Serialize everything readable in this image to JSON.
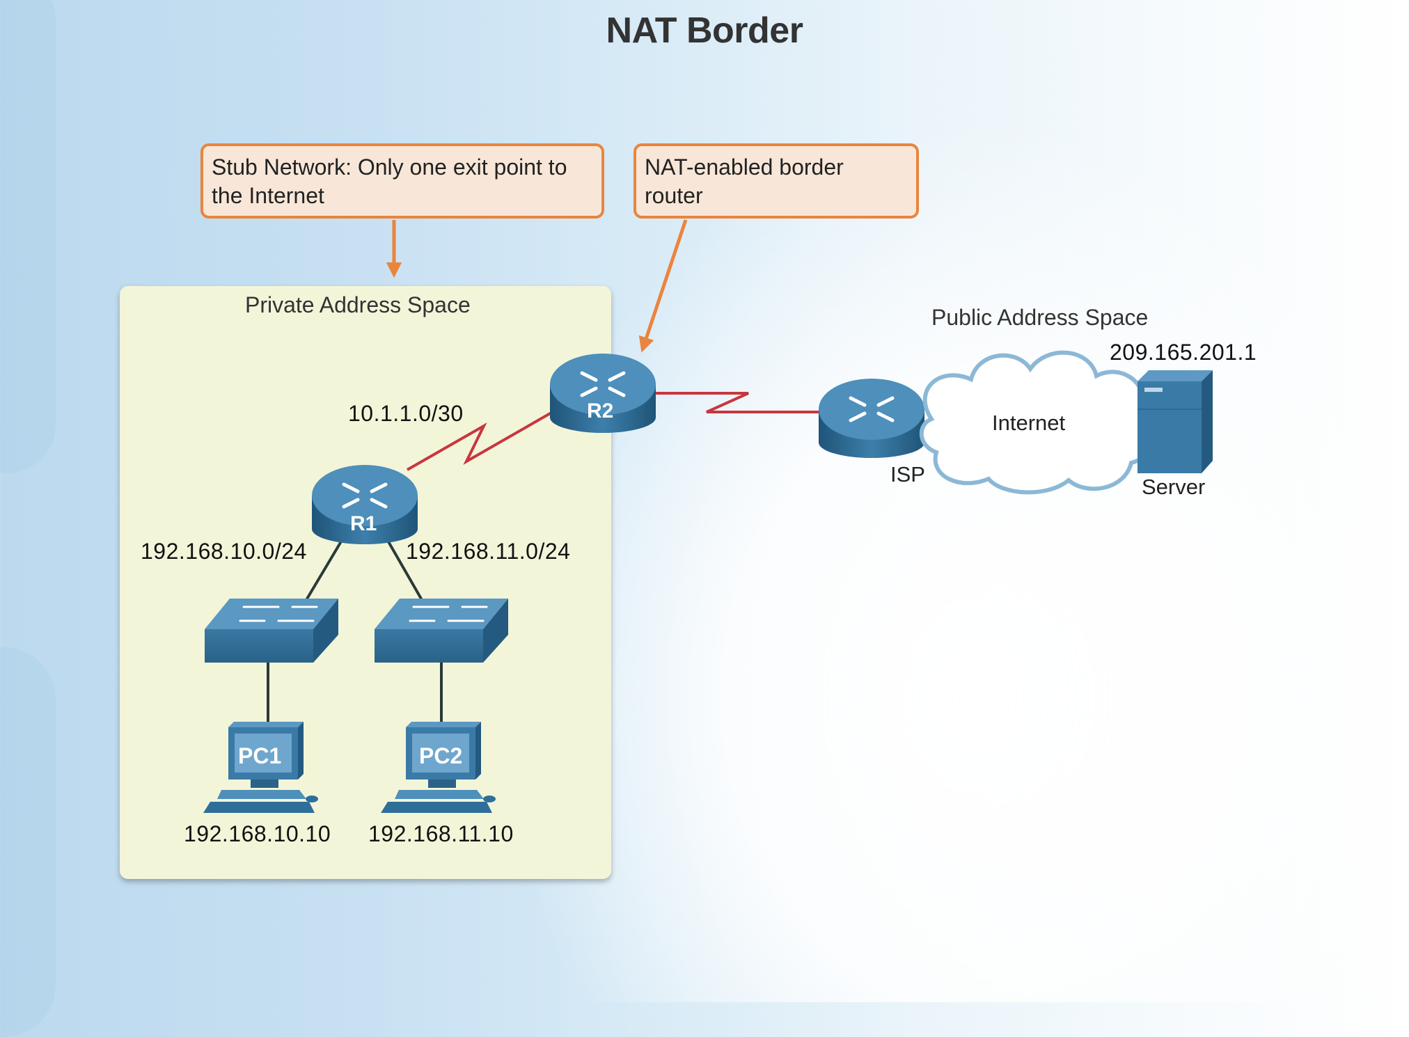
{
  "title": "NAT Border",
  "callouts": {
    "stub_network": "Stub Network: Only one exit point to the Internet",
    "nat_router": "NAT-enabled border router"
  },
  "zones": {
    "private": "Private Address Space",
    "public": "Public Address Space"
  },
  "devices": {
    "r1": "R1",
    "r2": "R2",
    "isp": "ISP",
    "internet": "Internet",
    "server": "Server",
    "pc1": "PC1",
    "pc2": "PC2"
  },
  "addresses": {
    "r1_r2_link": "10.1.1.0/30",
    "lan1": "192.168.10.0/24",
    "lan2": "192.168.11.0/24",
    "pc1": "192.168.10.10",
    "pc2": "192.168.11.10",
    "server": "209.165.201.1"
  },
  "colors": {
    "callout_border": "#e9853e",
    "callout_fill": "#f8e7d8",
    "private_fill": "#f3f5d9",
    "wan_link": "#c8363f",
    "device_blue": "#2f6e99"
  }
}
